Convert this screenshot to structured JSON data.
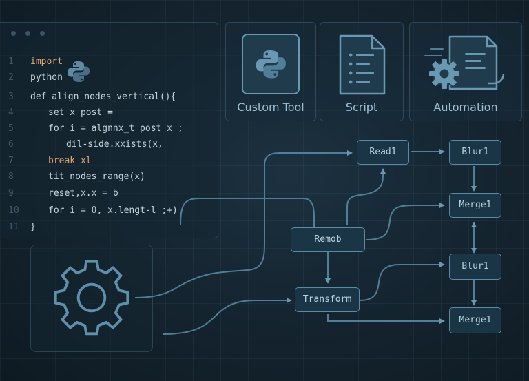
{
  "editor": {
    "lines": [
      {
        "num": "1",
        "text": "import"
      },
      {
        "num": "2",
        "text": "python"
      },
      {
        "num": "3",
        "text": "def align_nodes_vertical(){"
      },
      {
        "num": "4",
        "text": "set x post ="
      },
      {
        "num": "5",
        "text": "for i = algnnx_t post x ;"
      },
      {
        "num": "6",
        "text": "dil-side.xxists(x,"
      },
      {
        "num": "7",
        "text": "break xl"
      },
      {
        "num": "8",
        "text": "tit_nodes_range(x)"
      },
      {
        "num": "9",
        "text": "reset,x.x = b"
      },
      {
        "num": "10",
        "text": "for i = 0, x.lengt-l ;+)"
      },
      {
        "num": "11",
        "text": "}"
      }
    ]
  },
  "tools": [
    {
      "label": "Custom Tool",
      "icon": "python-logo-icon"
    },
    {
      "label": "Script",
      "icon": "document-list-icon"
    },
    {
      "label": "Automation",
      "icon": "gear-document-icon"
    }
  ],
  "graph": {
    "nodes": {
      "read1": "Read1",
      "blur1_top": "Blur1",
      "merge1_top": "Merge1",
      "remob": "Remob",
      "blur1_bottom": "Blur1",
      "transform": "Transform",
      "merge1_bottom": "Merge1"
    }
  },
  "colors": {
    "background": "#14232e",
    "node_border": "#5a8aa5",
    "wire": "#4f7f99",
    "keyword": "#e0a870",
    "code_text": "#c6d6df"
  }
}
